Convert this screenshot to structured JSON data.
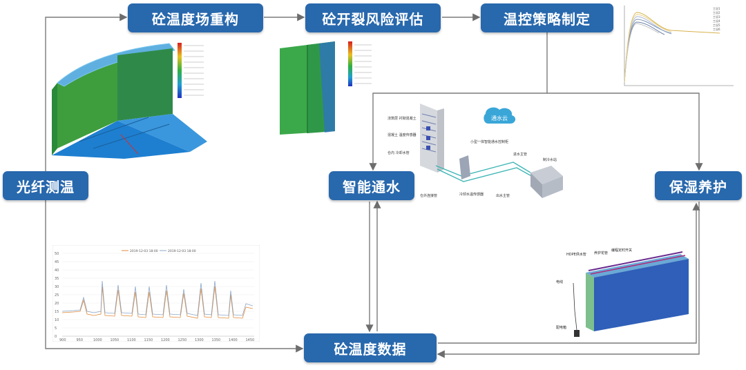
{
  "nodes": {
    "temp_field": "砼温度场重构",
    "crack_risk": "砼开裂风险评估",
    "strategy": "温控策略制定",
    "fiber": "光纤测温",
    "water": "智能通水",
    "curing": "保湿养护",
    "data": "砼温度数据"
  },
  "water_system": {
    "cloud": "通水云",
    "label_concrete": "浇筑层\n衬砌混凝土",
    "label_sensor": "混凝土\n温度传感器",
    "label_cooling_pipe": "仓内\n冷却水管",
    "label_controller": "小型一体智能通水控制柜",
    "label_supply": "进水主管",
    "label_station": "制冷水站",
    "label_out_pipe": "仓外连接管",
    "label_water_sensor": "冷却水温传感器",
    "label_return": "出水主管"
  },
  "curing_panel": {
    "label_pipe": "HDPE供水管",
    "label_film": "养护花管",
    "label_switch": "编程定时开关",
    "label_wire": "电线",
    "label_box": "配电箱"
  },
  "line_chart": {
    "legend": [
      "2019-12-03 18:00",
      "2019-12-03 18:00"
    ],
    "y_ticks": [
      "50",
      "45",
      "40",
      "35",
      "30",
      "25",
      "20",
      "15",
      "10",
      "5",
      "0"
    ],
    "x_ticks": [
      "900",
      "950",
      "1000",
      "1050",
      "1100",
      "1150",
      "1200",
      "1250",
      "1300",
      "1350",
      "1400",
      "1450"
    ]
  },
  "curve_chart": {
    "legend": [
      "工况1",
      "工况2",
      "工况3",
      "工况4",
      "工况5",
      "工况6"
    ]
  },
  "colors": {
    "box": "#2868ad",
    "line": "#7a7a7a"
  }
}
